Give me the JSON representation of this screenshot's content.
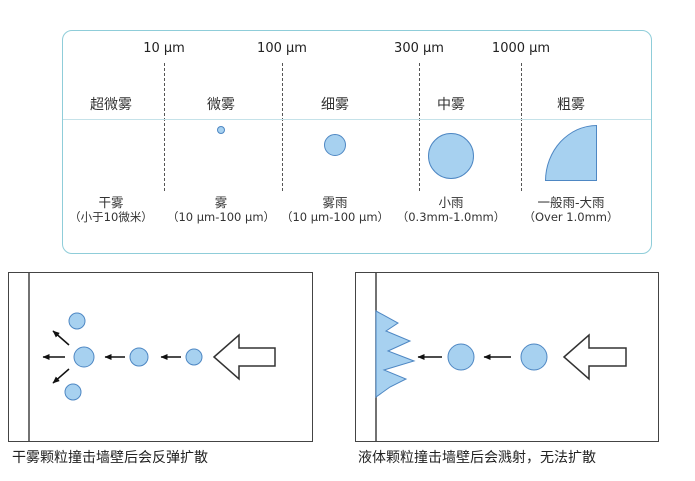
{
  "chart": {
    "size_labels": [
      "10 μm",
      "100 μm",
      "300 μm",
      "1000 μm"
    ],
    "categories": [
      {
        "name": "超微雾",
        "type_label": "干雾",
        "range": "（小于10微米）"
      },
      {
        "name": "微雾",
        "type_label": "雾",
        "range": "（10 μm-100 μm）"
      },
      {
        "name": "细雾",
        "type_label": "雾雨",
        "range": "（10 μm-100 μm）"
      },
      {
        "name": "中雾",
        "type_label": "小雨",
        "range": "（0.3mm-1.0mm）"
      },
      {
        "name": "粗雾",
        "type_label": "一般雨-大雨",
        "range": "（Over 1.0mm）"
      }
    ]
  },
  "panels": {
    "left_caption": "干雾颗粒撞击墙壁后会反弹扩散",
    "right_caption": "液体颗粒撞击墙壁后会溅射，无法扩散"
  },
  "colors": {
    "particle_fill": "#A7D1F0",
    "particle_stroke": "#4E87C3",
    "chart_border": "#8FCDD9"
  }
}
